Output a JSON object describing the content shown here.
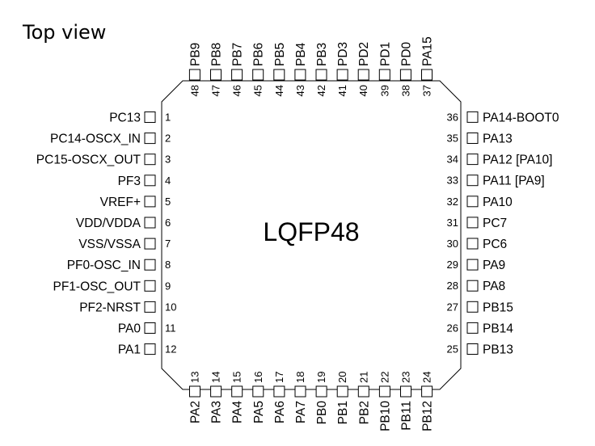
{
  "title": "Top view",
  "package_label": "LQFP48",
  "pins": {
    "left": [
      {
        "num": "1",
        "name": "PC13"
      },
      {
        "num": "2",
        "name": "PC14-OSCX_IN"
      },
      {
        "num": "3",
        "name": "PC15-OSCX_OUT"
      },
      {
        "num": "4",
        "name": "PF3"
      },
      {
        "num": "5",
        "name": "VREF+"
      },
      {
        "num": "6",
        "name": "VDD/VDDA"
      },
      {
        "num": "7",
        "name": "VSS/VSSA"
      },
      {
        "num": "8",
        "name": "PF0-OSC_IN"
      },
      {
        "num": "9",
        "name": "PF1-OSC_OUT"
      },
      {
        "num": "10",
        "name": "PF2-NRST"
      },
      {
        "num": "11",
        "name": "PA0"
      },
      {
        "num": "12",
        "name": "PA1"
      }
    ],
    "bottom": [
      {
        "num": "13",
        "name": "PA2"
      },
      {
        "num": "14",
        "name": "PA3"
      },
      {
        "num": "15",
        "name": "PA4"
      },
      {
        "num": "16",
        "name": "PA5"
      },
      {
        "num": "17",
        "name": "PA6"
      },
      {
        "num": "18",
        "name": "PA7"
      },
      {
        "num": "19",
        "name": "PB0"
      },
      {
        "num": "20",
        "name": "PB1"
      },
      {
        "num": "21",
        "name": "PB2"
      },
      {
        "num": "22",
        "name": "PB10"
      },
      {
        "num": "23",
        "name": "PB11"
      },
      {
        "num": "24",
        "name": "PB12"
      }
    ],
    "right": [
      {
        "num": "25",
        "name": "PB13"
      },
      {
        "num": "26",
        "name": "PB14"
      },
      {
        "num": "27",
        "name": "PB15"
      },
      {
        "num": "28",
        "name": "PA8"
      },
      {
        "num": "29",
        "name": "PA9"
      },
      {
        "num": "30",
        "name": "PC6"
      },
      {
        "num": "31",
        "name": "PC7"
      },
      {
        "num": "32",
        "name": "PA10"
      },
      {
        "num": "33",
        "name": "PA11 [PA9]"
      },
      {
        "num": "34",
        "name": "PA12 [PA10]"
      },
      {
        "num": "35",
        "name": "PA13"
      },
      {
        "num": "36",
        "name": "PA14-BOOT0"
      }
    ],
    "top": [
      {
        "num": "37",
        "name": "PA15"
      },
      {
        "num": "38",
        "name": "PD0"
      },
      {
        "num": "39",
        "name": "PD1"
      },
      {
        "num": "40",
        "name": "PD2"
      },
      {
        "num": "41",
        "name": "PD3"
      },
      {
        "num": "42",
        "name": "PB3"
      },
      {
        "num": "43",
        "name": "PB4"
      },
      {
        "num": "44",
        "name": "PB5"
      },
      {
        "num": "45",
        "name": "PB6"
      },
      {
        "num": "46",
        "name": "PB7"
      },
      {
        "num": "47",
        "name": "PB8"
      },
      {
        "num": "48",
        "name": "PB9"
      }
    ]
  }
}
